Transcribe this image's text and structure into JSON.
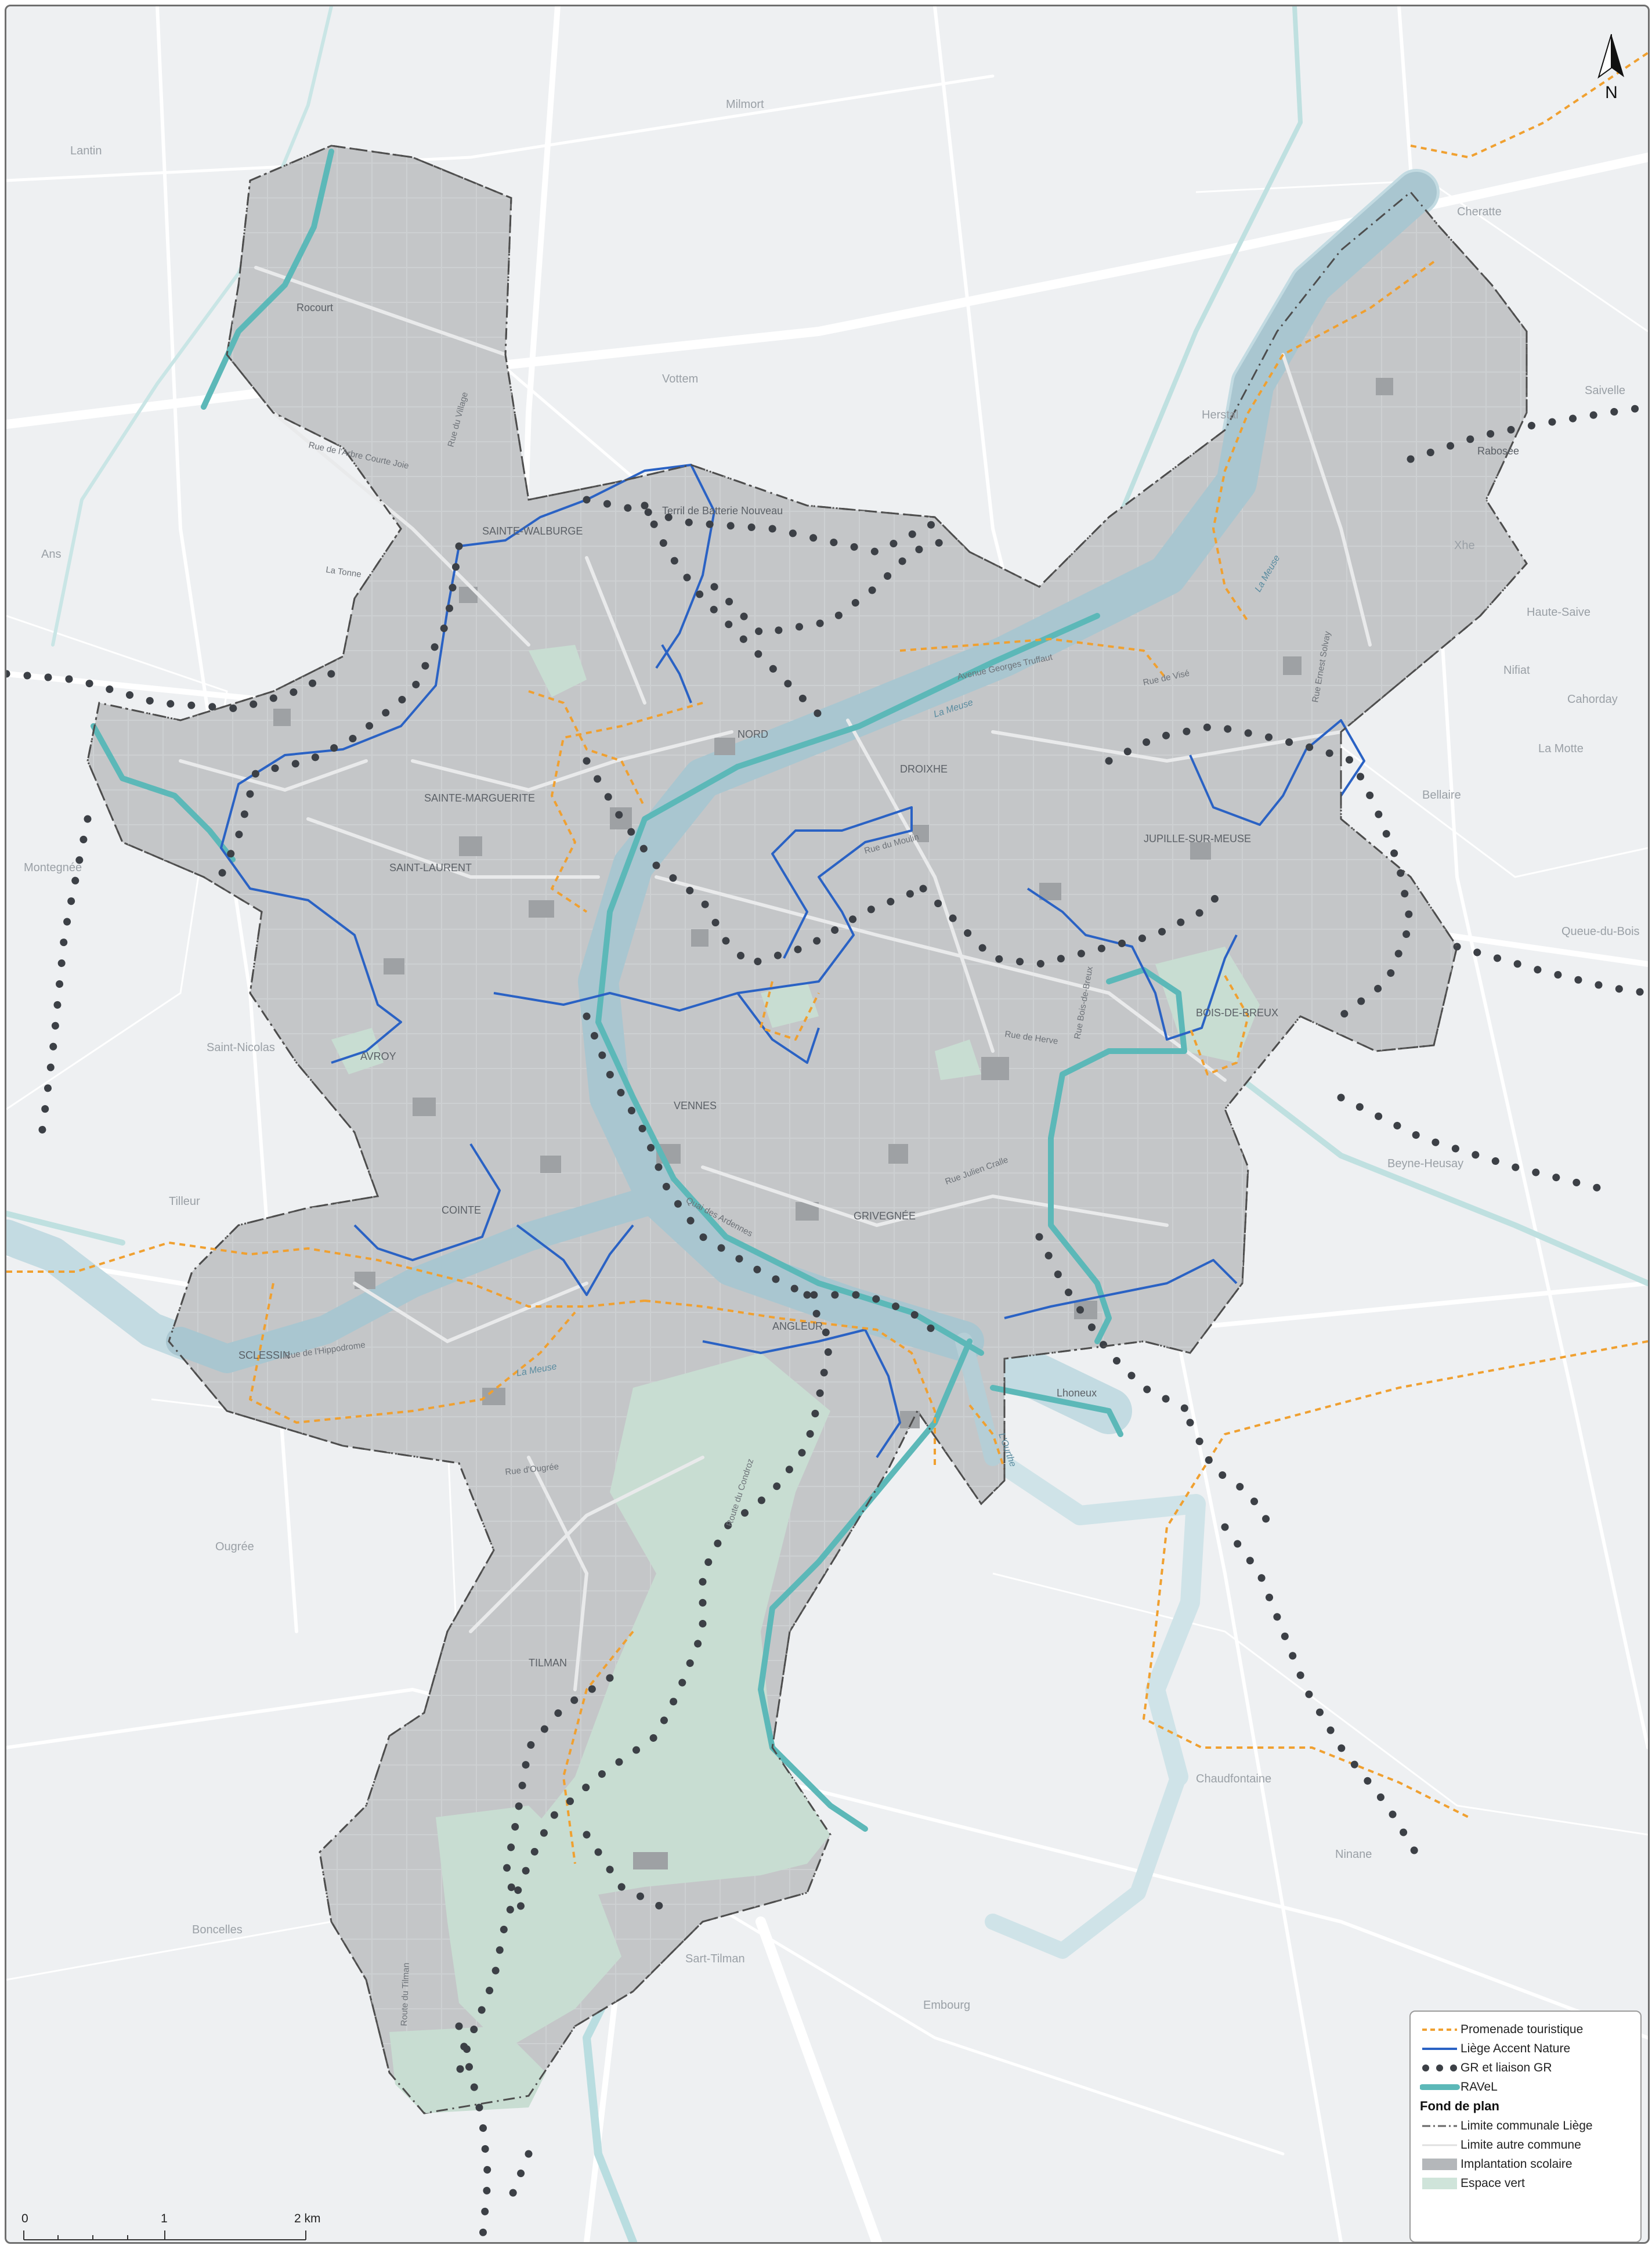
{
  "legend": {
    "items": [
      {
        "label": "Promenade touristique",
        "symbol": "dashed-orange-line",
        "color": "#f0a030"
      },
      {
        "label": "Liège Accent Nature",
        "symbol": "blue-line",
        "color": "#2a62c4"
      },
      {
        "label": "GR et liaison GR",
        "symbol": "dark-dots",
        "color": "#3c4046"
      },
      {
        "label": "RAVeL",
        "symbol": "teal-thick-line",
        "color": "#5cb8b8"
      }
    ],
    "basemap_title": "Fond de plan",
    "basemap_items": [
      {
        "label": "Limite communale Liège",
        "symbol": "dash-dot-line",
        "color": "#666666"
      },
      {
        "label": "Limite autre commune",
        "symbol": "thin-white-line",
        "color": "#ffffff"
      },
      {
        "label": "Implantation scolaire",
        "symbol": "grey-fill",
        "color": "#b4b7ba"
      },
      {
        "label": "Espace vert",
        "symbol": "green-fill",
        "color": "#cfe4da"
      }
    ]
  },
  "scale": {
    "ticks": [
      "0",
      "1",
      "2 km"
    ]
  },
  "north": {
    "label": "N"
  },
  "places": {
    "rocourt": "Rocourt",
    "milmort": "Milmort",
    "vottem": "Vottem",
    "herstal": "Herstal",
    "cheratte": "Cheratte",
    "saive": "Saivelle",
    "rabosee": "Rabosée",
    "xhenday": "Xhe",
    "hauteSaive": "Haute-Saive",
    "nifiat": "Nifiat",
    "cahorday": "Cahorday",
    "lamotte": "La Motte",
    "bellaire": "Bellaire",
    "queue": "Queue-du-Bois",
    "ans": "Ans",
    "lantin": "Lantin",
    "montegnee": "Montegnée",
    "saintNicolas": "Saint-Nicolas",
    "tilleur": "Tilleur",
    "ougree": "Ougrée",
    "boncelles": "Boncelles",
    "beyne": "Beyne-Heusay",
    "lhoneux": "Lhoneux",
    "chaudfontaine": "Chaudfontaine",
    "ninane": "Ninane",
    "embourg": "Embourg",
    "sartTilman": "Sart-Tilman",
    "sainteWalburge": "SAINTE-WALBURGE",
    "sainteMarguerite": "SAINTE-MARGUERITE",
    "saintLaurent": "SAINT-LAURENT",
    "droixhe": "DROIXHE",
    "jupille": "JUPILLE-SUR-MEUSE",
    "boisBreux": "BOIS-DE-BREUX",
    "grivegnee": "GRIVEGNÉE",
    "vennes": "VENNES",
    "angleur": "ANGLEUR",
    "sclessin": "SCLESSIN",
    "cointe": "COINTE",
    "avroy": "AVROY",
    "nord": "NORD",
    "tilman": "TILMAN",
    "terril": "Terril de Batterie Nouveau"
  },
  "roads": {
    "r1": "Rue de l'Arbre Courte Joie",
    "r2": "Rue Ernest Solvay",
    "r3": "Rue de Herve",
    "r4": "Rue Julien Cralle",
    "r5": "Avenue Georges Truffaut",
    "r6": "Route du Condroz",
    "r7": "Rue de l'Hippodrome",
    "r8": "Rue d'Ougrée",
    "r9": "Rue de Visé",
    "r10": "Rue du Moulin",
    "r11": "Quai des Ardennes",
    "r12": "Rue Bois-de-Breux",
    "r13": "Route du Tilman",
    "r14": "Rue du Village",
    "r15": "La Tonne"
  },
  "rivers": {
    "meuse": "La Meuse",
    "ourthe": "L'Ourthe"
  }
}
